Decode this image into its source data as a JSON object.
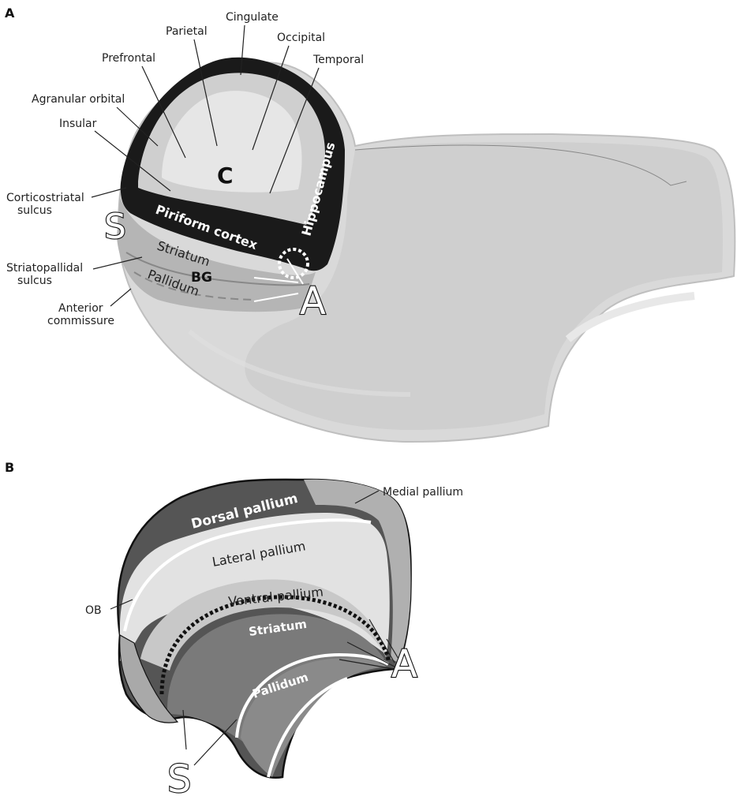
{
  "panel_a": {
    "letter": "A",
    "region_labels": {
      "cingulate": "Cingulate",
      "parietal": "Parietal",
      "occipital": "Occipital",
      "prefrontal": "Prefrontal",
      "temporal": "Temporal",
      "agranular_orbital": "Agranular orbital",
      "insular": "Insular",
      "corticostriatal_1": "Corticostriatal",
      "corticostriatal_2": "sulcus",
      "striatopallidal_1": "Striatopallidal",
      "striatopallidal_2": "sulcus",
      "anterior_commissure_1": "Anterior",
      "anterior_commissure_2": "commissure"
    },
    "inner_labels": {
      "cortex": "C",
      "piriform": "Piriform cortex",
      "hippocampus": "Hippocampus",
      "striatum": "Striatum",
      "bg": "BG",
      "pallidum": "Pallidum",
      "s_marker": "S",
      "a_marker": "A"
    }
  },
  "panel_b": {
    "letter": "B",
    "labels": {
      "dorsal_pallium": "Dorsal pallium",
      "medial_pallium": "Medial pallium",
      "lateral_pallium": "Lateral pallium",
      "ventral_pallium": "Ventral pallium",
      "striatum": "Striatum",
      "pallidum": "Pallidum",
      "ob": "OB",
      "a_marker": "A",
      "s_marker": "S"
    }
  }
}
